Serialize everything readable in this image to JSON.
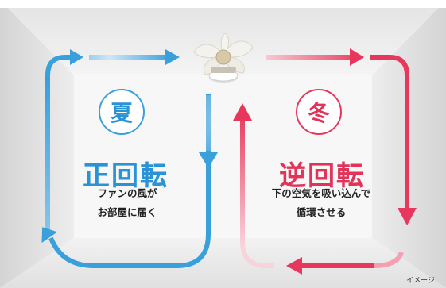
{
  "summer": {
    "season": "夏",
    "rotation": "正回転",
    "description_lines": [
      "ファンの風が",
      "お部屋に届く"
    ]
  },
  "winter": {
    "season": "冬",
    "rotation": "逆回転",
    "description_lines": [
      "下の空気を吸い込んで",
      "循環させる"
    ]
  },
  "note": "イメージ",
  "colors": {
    "summer_blue": "#2a93d5",
    "winter_red": "#e23358",
    "wall": "#f3f3f3"
  },
  "icons": {
    "ceiling_fan": "ceiling-fan-icon"
  }
}
